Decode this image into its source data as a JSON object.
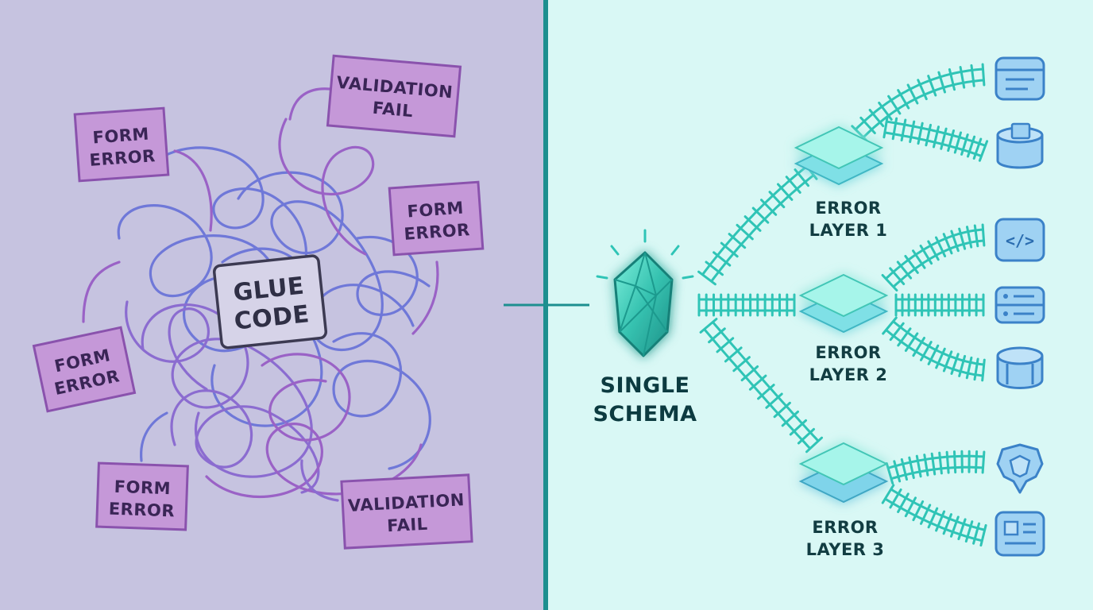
{
  "left_panel": {
    "glue_code": [
      "GLUE",
      "CODE"
    ],
    "tags": [
      {
        "lines": [
          "FORM",
          "ERROR"
        ]
      },
      {
        "lines": [
          "VALIDATION",
          "FAIL"
        ]
      },
      {
        "lines": [
          "FORM",
          "ERROR"
        ]
      },
      {
        "lines": [
          "FORM",
          "ERROR"
        ]
      },
      {
        "lines": [
          "FORM",
          "ERROR"
        ]
      },
      {
        "lines": [
          "VALIDATION",
          "FAIL"
        ]
      }
    ]
  },
  "right_panel": {
    "schema": [
      "SINGLE",
      "SCHEMA"
    ],
    "layers": [
      {
        "lines": [
          "ERROR",
          "LAYER 1"
        ]
      },
      {
        "lines": [
          "ERROR",
          "LAYER 2"
        ]
      },
      {
        "lines": [
          "ERROR",
          "LAYER 3"
        ]
      }
    ],
    "endpoint_icons": [
      "document-icon",
      "database-icon",
      "code-icon",
      "server-icon",
      "storage-icon",
      "shield-icon",
      "browser-page-icon"
    ],
    "code_glyph": "</>"
  },
  "colors": {
    "left_bg": "#c6c3e0",
    "right_bg": "#d9f8f5",
    "divider": "#1d8f8f",
    "tag_fill": "#c598d8",
    "tag_border": "#8a52ad",
    "track": "#2fc4b6",
    "crystal": "#3cc9b5",
    "icon_fill": "#9fd2f3",
    "icon_stroke": "#3b82c8"
  }
}
